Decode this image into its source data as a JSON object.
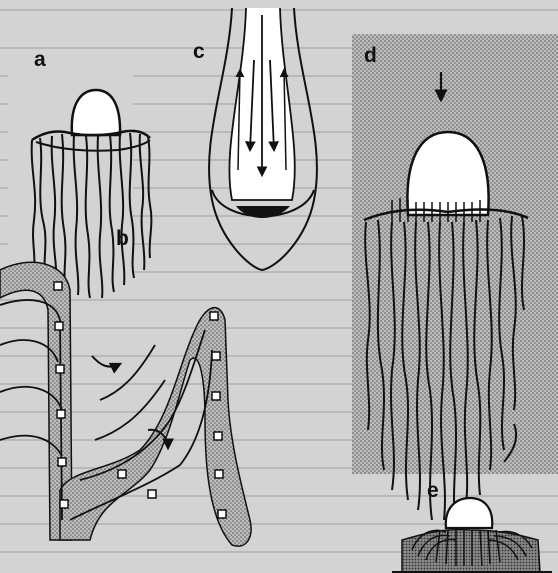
{
  "panels": {
    "a": {
      "label": "a"
    },
    "b": {
      "label": "b"
    },
    "c": {
      "label": "c"
    },
    "d": {
      "label": "d"
    },
    "e": {
      "label": "e"
    }
  },
  "colors": {
    "page": "#d3d3d3",
    "ink": "#111111",
    "stipple_bg": "#c4c4c4",
    "white": "#ffffff"
  }
}
